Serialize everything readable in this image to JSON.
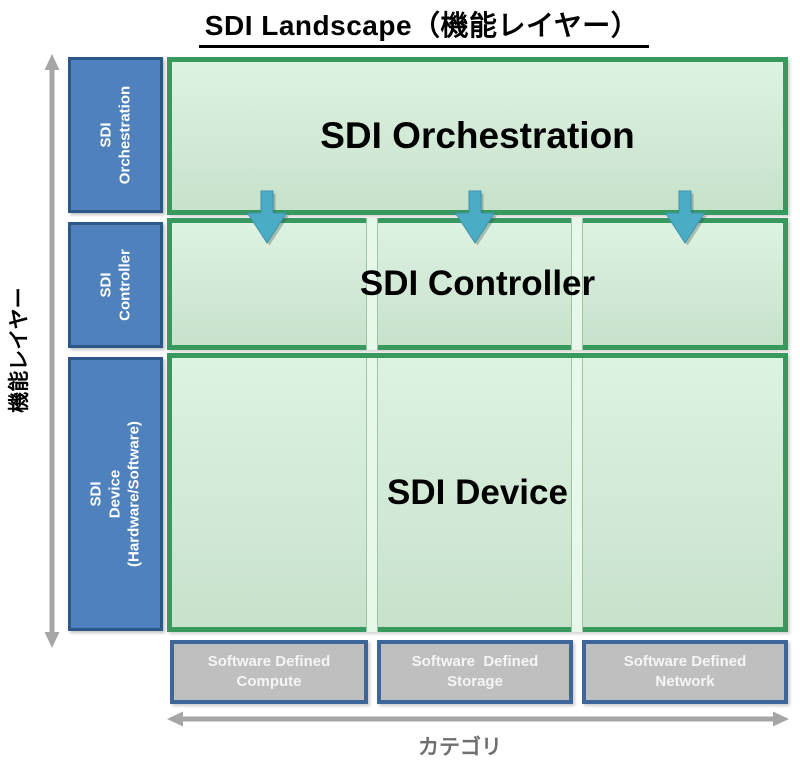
{
  "title": "SDI Landscape（機能レイヤー）",
  "y_axis": {
    "label": "機能レイヤー"
  },
  "x_axis": {
    "label": "カテゴリ"
  },
  "layers": [
    {
      "id": "orchestration",
      "side_label_lines": [
        "SDI",
        "Orchestration"
      ],
      "band_label": "SDI Orchestration"
    },
    {
      "id": "controller",
      "side_label_lines": [
        "SDI",
        "Controller"
      ],
      "band_label": "SDI Controller"
    },
    {
      "id": "device",
      "side_label_lines": [
        "SDI",
        "Device",
        "(Hardware/Software)"
      ],
      "band_label": "SDI Device"
    }
  ],
  "categories": [
    {
      "lines": [
        "Software Defined",
        "Compute"
      ]
    },
    {
      "lines": [
        "Software  Defined",
        "Storage"
      ]
    },
    {
      "lines": [
        "Software Defined",
        "Network"
      ]
    }
  ],
  "arrows": {
    "count": 3,
    "direction": "down"
  },
  "colors": {
    "band_border": "#38995f",
    "band_fill_top": "#def2e2",
    "band_fill_bottom": "#c7e1cb",
    "divider_fill": "#e7f8ea",
    "divider_edge": "#9cc5a5",
    "side_box_fill": "#4f81bd",
    "side_box_border": "#2c5788",
    "arrow_blue": "#4bacc6",
    "arrow_blue_edge": "#3d93aa",
    "category_fill": "#bfbfbf",
    "category_border": "#3f6699",
    "category_text": "#f5f5f5",
    "axis_gray": "#a6a6a6",
    "axis_label_gray": "#6f6f6f",
    "title_color": "#000000"
  }
}
